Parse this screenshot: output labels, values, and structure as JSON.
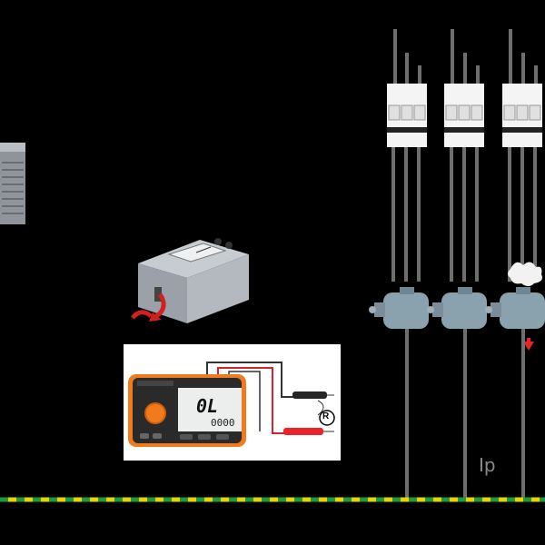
{
  "meter": {
    "display_main": "0L",
    "display_sub": "0000"
  },
  "probe_label": "R",
  "ip_label": "Ip",
  "colors": {
    "background": "#000000",
    "ground_yellow": "#e8d400",
    "ground_green": "#1f9a3a",
    "meter_orange": "#f07a1c",
    "probe_red": "#e8232a",
    "cable": "#6e6e6e"
  }
}
